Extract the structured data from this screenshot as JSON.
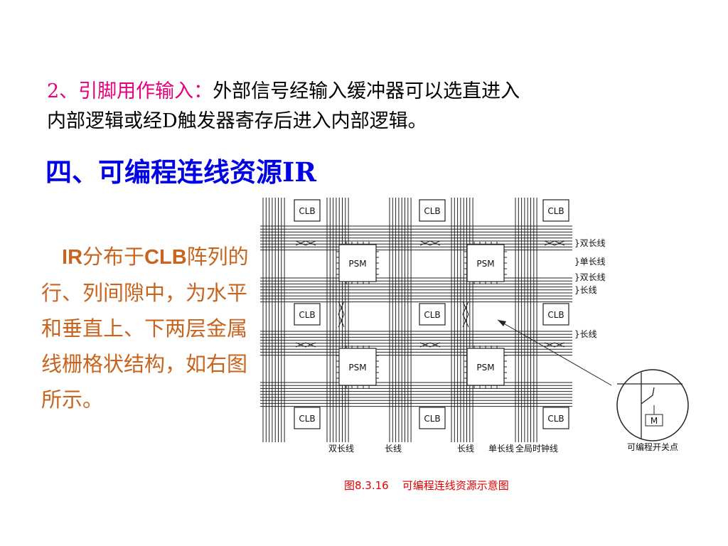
{
  "point2": {
    "lead": "2、引脚用作输入：",
    "line1_rest": "外部信号经输入缓冲器可以选直进入",
    "line2": "内部逻辑或经D触发器寄存后进入内部逻辑。"
  },
  "heading": "四、可编程连线资源IR",
  "description": {
    "ir": "IR",
    "t1": "分布于",
    "clb": "CLB",
    "t2": "阵列的行、列间隙中，为水平和垂直上、下两层金属线栅格状结构，如右图所示。"
  },
  "diagram": {
    "clb_label": "CLB",
    "psm_label": "PSM",
    "switch_label": "M",
    "right_labels": [
      "}双长线",
      "}单长线",
      "}双长线",
      "}长线",
      "}长线"
    ],
    "bottom_labels": [
      "双长线",
      "长线",
      "长线",
      "单长线",
      "全局时钟线"
    ],
    "switch_caption": "可编程开关点"
  },
  "caption": {
    "fig_no": "图8.3.16",
    "title": "可编程连线资源示意图"
  },
  "colors": {
    "magenta": "#e6007e",
    "blue": "#0000e6",
    "orange": "#c8641e",
    "red": "#e00000"
  }
}
